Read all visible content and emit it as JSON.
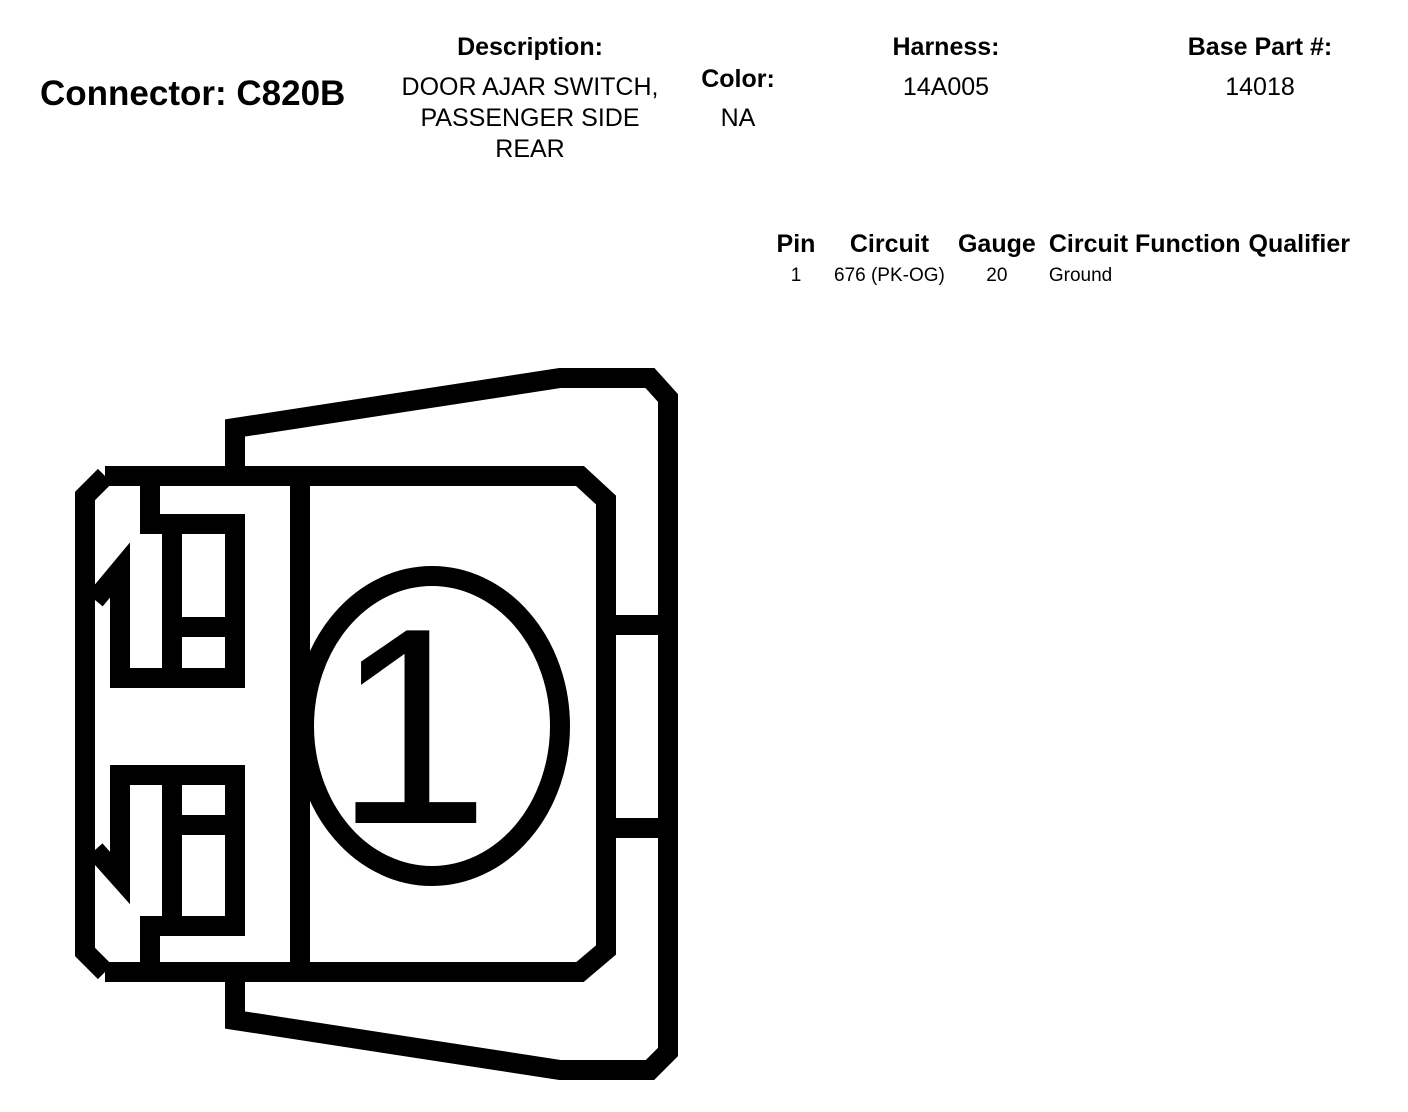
{
  "connector": {
    "title": "Connector: C820B",
    "description_label": "Description:",
    "description_lines": [
      "DOOR AJAR SWITCH,",
      "PASSENGER SIDE",
      "REAR"
    ],
    "color_label": "Color:",
    "color_value": "NA",
    "harness_label": "Harness:",
    "harness_value": "14A005",
    "base_part_label": "Base Part #:",
    "base_part_value": "14018"
  },
  "pin_table": {
    "headers": [
      "Pin",
      "Circuit",
      "Gauge",
      "Circuit Function",
      "Qualifier"
    ],
    "rows": [
      {
        "pin": "1",
        "circuit": "676 (PK-OG)",
        "gauge": "20",
        "function": "Ground",
        "qualifier": ""
      }
    ]
  },
  "diagram": {
    "pin_label": "1",
    "stroke_color": "#000000"
  }
}
